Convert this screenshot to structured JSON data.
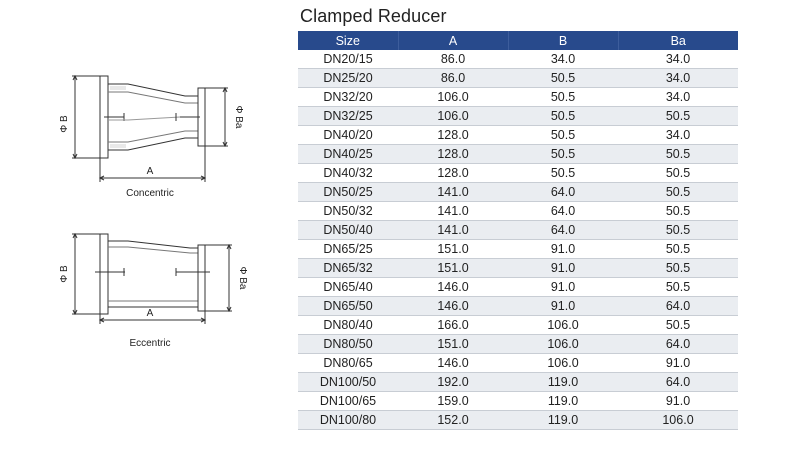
{
  "title": "Clamped Reducer",
  "columns": [
    "Size",
    "A",
    "B",
    "Ba"
  ],
  "rows": [
    [
      "DN20/15",
      "86.0",
      "34.0",
      "34.0"
    ],
    [
      "DN25/20",
      "86.0",
      "50.5",
      "34.0"
    ],
    [
      "DN32/20",
      "106.0",
      "50.5",
      "34.0"
    ],
    [
      "DN32/25",
      "106.0",
      "50.5",
      "50.5"
    ],
    [
      "DN40/20",
      "128.0",
      "50.5",
      "34.0"
    ],
    [
      "DN40/25",
      "128.0",
      "50.5",
      "50.5"
    ],
    [
      "DN40/32",
      "128.0",
      "50.5",
      "50.5"
    ],
    [
      "DN50/25",
      "141.0",
      "64.0",
      "50.5"
    ],
    [
      "DN50/32",
      "141.0",
      "64.0",
      "50.5"
    ],
    [
      "DN50/40",
      "141.0",
      "64.0",
      "50.5"
    ],
    [
      "DN65/25",
      "151.0",
      "91.0",
      "50.5"
    ],
    [
      "DN65/32",
      "151.0",
      "91.0",
      "50.5"
    ],
    [
      "DN65/40",
      "146.0",
      "91.0",
      "50.5"
    ],
    [
      "DN65/50",
      "146.0",
      "91.0",
      "64.0"
    ],
    [
      "DN80/40",
      "166.0",
      "106.0",
      "50.5"
    ],
    [
      "DN80/50",
      "151.0",
      "106.0",
      "64.0"
    ],
    [
      "DN80/65",
      "146.0",
      "106.0",
      "91.0"
    ],
    [
      "DN100/50",
      "192.0",
      "119.0",
      "64.0"
    ],
    [
      "DN100/65",
      "159.0",
      "119.0",
      "91.0"
    ],
    [
      "DN100/80",
      "152.0",
      "119.0",
      "106.0"
    ]
  ],
  "diagrams": {
    "concentric": {
      "caption": "Concentric",
      "dim_a": "A",
      "dim_b": "Φ B",
      "dim_ba": "Φ Ba"
    },
    "eccentric": {
      "caption": "Eccentric",
      "dim_a": "A",
      "dim_b": "Φ B",
      "dim_ba": "Φ Ba"
    }
  }
}
